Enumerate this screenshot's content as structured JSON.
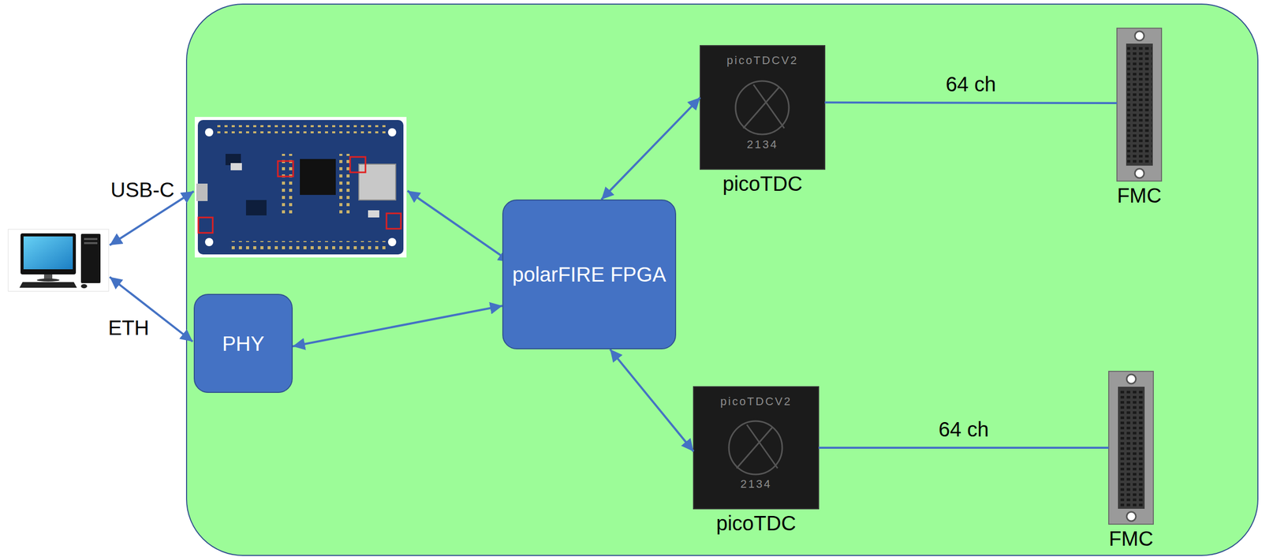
{
  "diagram": {
    "nodes": [
      {
        "text": [
          "PHY"
        ]
      },
      {
        "text": [
          "polarFIRE FPGA"
        ]
      },
      {
        "text": [
          "picoTDC"
        ]
      },
      {
        "text": [
          "FMC"
        ]
      },
      {
        "text": [
          "picoTDC"
        ]
      },
      {
        "text": [
          "FMC"
        ]
      }
    ],
    "edges": [
      {
        "from": 0,
        "to": 1,
        "arrow": "both"
      },
      {
        "from": 1,
        "to": 2,
        "arrow": "both"
      },
      {
        "from": 2,
        "to": 3,
        "label": "64 ch",
        "arrow": "none"
      },
      {
        "from": 1,
        "to": 4,
        "arrow": "both"
      },
      {
        "from": 4,
        "to": 5,
        "label": "64 ch",
        "arrow": "none"
      }
    ],
    "labels": [
      "USB-C",
      "ETH",
      "picoTDCV2",
      "2134",
      "picoTDCV2",
      "2134"
    ]
  }
}
